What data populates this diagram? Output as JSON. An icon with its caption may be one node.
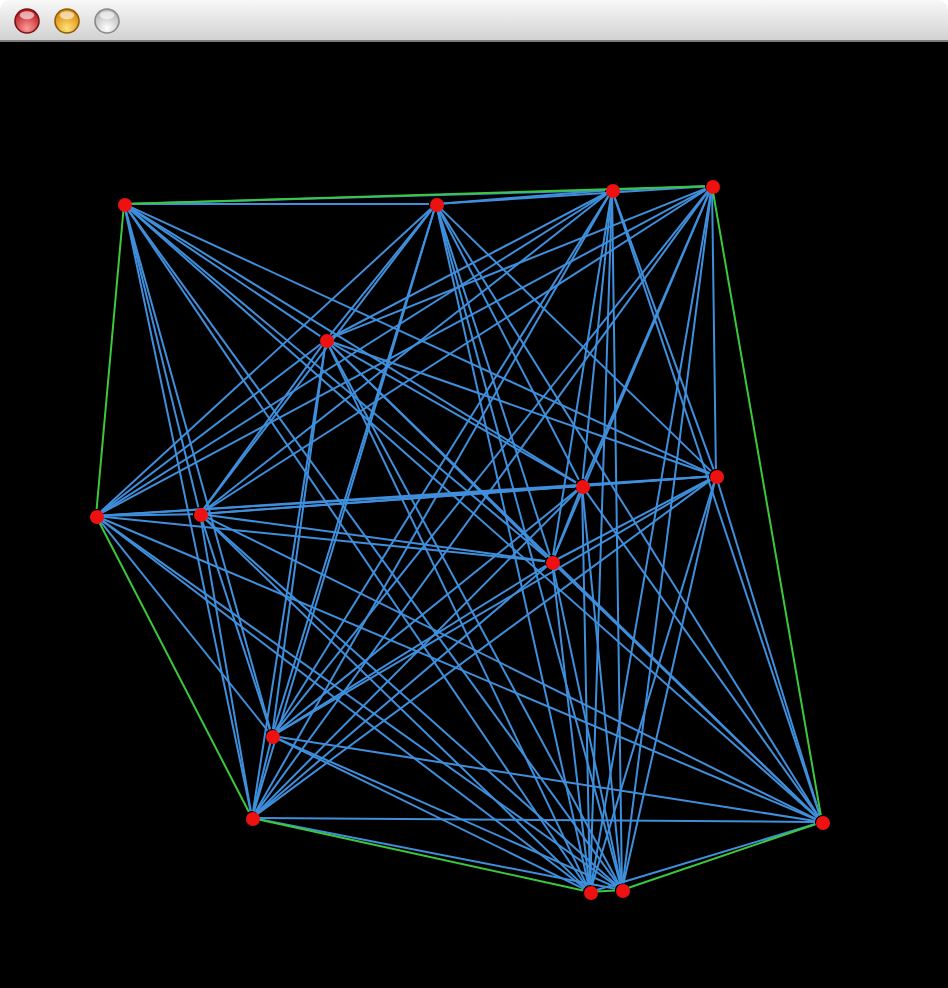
{
  "diagram": {
    "nodes": [
      {
        "text": [],
        "shape": "circle"
      },
      {
        "text": [],
        "shape": "circle"
      },
      {
        "text": [],
        "shape": "circle"
      },
      {
        "text": [],
        "shape": "circle"
      },
      {
        "text": [],
        "shape": "circle"
      },
      {
        "text": [],
        "shape": "circle"
      },
      {
        "text": [],
        "shape": "circle"
      },
      {
        "text": [],
        "shape": "circle"
      },
      {
        "text": [],
        "shape": "circle"
      },
      {
        "text": [],
        "shape": "circle"
      },
      {
        "text": [],
        "shape": "circle"
      },
      {
        "text": [],
        "shape": "circle"
      },
      {
        "text": [],
        "shape": "circle"
      },
      {
        "text": [],
        "shape": "circle"
      },
      {
        "text": [],
        "shape": "circle"
      }
    ],
    "edges": [
      {
        "from": 0,
        "to": 1,
        "arrow": "none"
      },
      {
        "from": 0,
        "to": 2,
        "arrow": "none"
      },
      {
        "from": 0,
        "to": 3,
        "arrow": "none",
        "color": "#3cc83c"
      },
      {
        "from": 0,
        "to": 4,
        "arrow": "none"
      },
      {
        "from": 0,
        "to": 5,
        "arrow": "none",
        "color": "#3cc83c"
      },
      {
        "from": 0,
        "to": 6,
        "arrow": "none"
      },
      {
        "from": 0,
        "to": 7,
        "arrow": "none"
      },
      {
        "from": 0,
        "to": 8,
        "arrow": "none"
      },
      {
        "from": 0,
        "to": 9,
        "arrow": "none"
      },
      {
        "from": 0,
        "to": 10,
        "arrow": "none"
      },
      {
        "from": 0,
        "to": 11,
        "arrow": "none"
      },
      {
        "from": 0,
        "to": 12,
        "arrow": "none"
      },
      {
        "from": 0,
        "to": 13,
        "arrow": "none"
      },
      {
        "from": 0,
        "to": 14,
        "arrow": "none"
      },
      {
        "from": 1,
        "to": 2,
        "arrow": "none"
      },
      {
        "from": 1,
        "to": 3,
        "arrow": "none"
      },
      {
        "from": 1,
        "to": 4,
        "arrow": "none"
      },
      {
        "from": 1,
        "to": 5,
        "arrow": "none"
      },
      {
        "from": 1,
        "to": 6,
        "arrow": "none"
      },
      {
        "from": 1,
        "to": 7,
        "arrow": "none"
      },
      {
        "from": 1,
        "to": 8,
        "arrow": "none"
      },
      {
        "from": 1,
        "to": 9,
        "arrow": "none"
      },
      {
        "from": 1,
        "to": 10,
        "arrow": "none"
      },
      {
        "from": 1,
        "to": 11,
        "arrow": "none"
      },
      {
        "from": 1,
        "to": 12,
        "arrow": "none"
      },
      {
        "from": 1,
        "to": 13,
        "arrow": "none"
      },
      {
        "from": 1,
        "to": 14,
        "arrow": "none"
      },
      {
        "from": 2,
        "to": 3,
        "arrow": "none"
      },
      {
        "from": 2,
        "to": 4,
        "arrow": "none"
      },
      {
        "from": 2,
        "to": 5,
        "arrow": "none"
      },
      {
        "from": 2,
        "to": 6,
        "arrow": "none"
      },
      {
        "from": 2,
        "to": 7,
        "arrow": "none"
      },
      {
        "from": 2,
        "to": 8,
        "arrow": "none"
      },
      {
        "from": 2,
        "to": 9,
        "arrow": "none"
      },
      {
        "from": 2,
        "to": 10,
        "arrow": "none"
      },
      {
        "from": 2,
        "to": 11,
        "arrow": "none"
      },
      {
        "from": 2,
        "to": 12,
        "arrow": "none"
      },
      {
        "from": 2,
        "to": 13,
        "arrow": "none"
      },
      {
        "from": 2,
        "to": 14,
        "arrow": "none"
      },
      {
        "from": 3,
        "to": 4,
        "arrow": "none"
      },
      {
        "from": 3,
        "to": 5,
        "arrow": "none"
      },
      {
        "from": 3,
        "to": 6,
        "arrow": "none"
      },
      {
        "from": 3,
        "to": 7,
        "arrow": "none"
      },
      {
        "from": 3,
        "to": 8,
        "arrow": "none"
      },
      {
        "from": 3,
        "to": 9,
        "arrow": "none"
      },
      {
        "from": 3,
        "to": 10,
        "arrow": "none"
      },
      {
        "from": 3,
        "to": 11,
        "arrow": "none"
      },
      {
        "from": 3,
        "to": 12,
        "arrow": "none",
        "color": "#3cc83c"
      },
      {
        "from": 3,
        "to": 13,
        "arrow": "none"
      },
      {
        "from": 3,
        "to": 14,
        "arrow": "none"
      },
      {
        "from": 4,
        "to": 5,
        "arrow": "none"
      },
      {
        "from": 4,
        "to": 6,
        "arrow": "none"
      },
      {
        "from": 4,
        "to": 7,
        "arrow": "none"
      },
      {
        "from": 4,
        "to": 8,
        "arrow": "none"
      },
      {
        "from": 4,
        "to": 9,
        "arrow": "none"
      },
      {
        "from": 4,
        "to": 10,
        "arrow": "none"
      },
      {
        "from": 4,
        "to": 11,
        "arrow": "none"
      },
      {
        "from": 4,
        "to": 12,
        "arrow": "none"
      },
      {
        "from": 4,
        "to": 13,
        "arrow": "none"
      },
      {
        "from": 4,
        "to": 14,
        "arrow": "none"
      },
      {
        "from": 5,
        "to": 6,
        "arrow": "none"
      },
      {
        "from": 5,
        "to": 7,
        "arrow": "none"
      },
      {
        "from": 5,
        "to": 8,
        "arrow": "none"
      },
      {
        "from": 5,
        "to": 9,
        "arrow": "none"
      },
      {
        "from": 5,
        "to": 10,
        "arrow": "none"
      },
      {
        "from": 5,
        "to": 11,
        "arrow": "none",
        "color": "#3cc83c"
      },
      {
        "from": 5,
        "to": 12,
        "arrow": "none"
      },
      {
        "from": 5,
        "to": 13,
        "arrow": "none"
      },
      {
        "from": 5,
        "to": 14,
        "arrow": "none"
      },
      {
        "from": 6,
        "to": 7,
        "arrow": "none"
      },
      {
        "from": 6,
        "to": 8,
        "arrow": "none"
      },
      {
        "from": 6,
        "to": 9,
        "arrow": "none"
      },
      {
        "from": 6,
        "to": 10,
        "arrow": "none"
      },
      {
        "from": 6,
        "to": 11,
        "arrow": "none"
      },
      {
        "from": 6,
        "to": 12,
        "arrow": "none"
      },
      {
        "from": 6,
        "to": 13,
        "arrow": "none"
      },
      {
        "from": 6,
        "to": 14,
        "arrow": "none"
      },
      {
        "from": 7,
        "to": 8,
        "arrow": "none"
      },
      {
        "from": 7,
        "to": 9,
        "arrow": "none"
      },
      {
        "from": 7,
        "to": 10,
        "arrow": "none"
      },
      {
        "from": 7,
        "to": 11,
        "arrow": "none"
      },
      {
        "from": 7,
        "to": 12,
        "arrow": "none"
      },
      {
        "from": 7,
        "to": 13,
        "arrow": "none"
      },
      {
        "from": 7,
        "to": 14,
        "arrow": "none"
      },
      {
        "from": 8,
        "to": 9,
        "arrow": "none"
      },
      {
        "from": 8,
        "to": 10,
        "arrow": "none"
      },
      {
        "from": 8,
        "to": 11,
        "arrow": "none"
      },
      {
        "from": 8,
        "to": 12,
        "arrow": "none"
      },
      {
        "from": 8,
        "to": 13,
        "arrow": "none"
      },
      {
        "from": 8,
        "to": 14,
        "arrow": "none"
      },
      {
        "from": 9,
        "to": 10,
        "arrow": "none"
      },
      {
        "from": 9,
        "to": 11,
        "arrow": "none"
      },
      {
        "from": 9,
        "to": 12,
        "arrow": "none"
      },
      {
        "from": 9,
        "to": 13,
        "arrow": "none"
      },
      {
        "from": 9,
        "to": 14,
        "arrow": "none"
      },
      {
        "from": 10,
        "to": 11,
        "arrow": "none"
      },
      {
        "from": 10,
        "to": 12,
        "arrow": "none"
      },
      {
        "from": 10,
        "to": 13,
        "arrow": "none"
      },
      {
        "from": 10,
        "to": 14,
        "arrow": "none"
      },
      {
        "from": 11,
        "to": 12,
        "arrow": "none"
      },
      {
        "from": 11,
        "to": 13,
        "arrow": "none",
        "color": "#3cc83c"
      },
      {
        "from": 11,
        "to": 14,
        "arrow": "none"
      },
      {
        "from": 12,
        "to": 13,
        "arrow": "none"
      },
      {
        "from": 12,
        "to": 14,
        "arrow": "none",
        "color": "#3cc83c"
      },
      {
        "from": 13,
        "to": 14,
        "arrow": "none",
        "color": "#3cc83c"
      }
    ]
  }
}
